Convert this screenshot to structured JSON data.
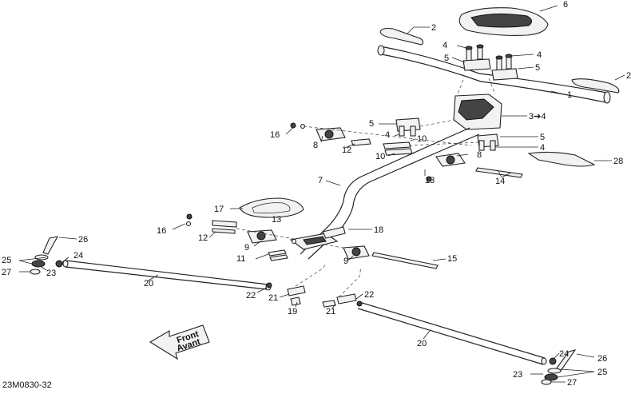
{
  "diagram": {
    "catalog_code": "23M0830-32",
    "front_sign": {
      "line1": "Front",
      "line2": "Avant"
    },
    "callouts": [
      {
        "id": "c6",
        "text": "6"
      },
      {
        "id": "c2a",
        "text": "2"
      },
      {
        "id": "c4a",
        "text": "4"
      },
      {
        "id": "c5a",
        "text": "5"
      },
      {
        "id": "c4b",
        "text": "4"
      },
      {
        "id": "c5b",
        "text": "5"
      },
      {
        "id": "c2b",
        "text": "2"
      },
      {
        "id": "c1",
        "text": "1"
      },
      {
        "id": "c34",
        "text": "3➔4"
      },
      {
        "id": "c5c",
        "text": "5"
      },
      {
        "id": "c4c",
        "text": "4"
      },
      {
        "id": "c16a",
        "text": "16"
      },
      {
        "id": "c10a",
        "text": "10"
      },
      {
        "id": "c5d",
        "text": "5"
      },
      {
        "id": "c8a",
        "text": "8"
      },
      {
        "id": "c12a",
        "text": "12"
      },
      {
        "id": "c10b",
        "text": "10"
      },
      {
        "id": "c4d",
        "text": "4"
      },
      {
        "id": "c8b",
        "text": "8"
      },
      {
        "id": "c28",
        "text": "28"
      },
      {
        "id": "c13a",
        "text": "13"
      },
      {
        "id": "c14",
        "text": "14"
      },
      {
        "id": "c7",
        "text": "7"
      },
      {
        "id": "c17",
        "text": "17"
      },
      {
        "id": "c13b",
        "text": "13"
      },
      {
        "id": "c18",
        "text": "18"
      },
      {
        "id": "c16b",
        "text": "16"
      },
      {
        "id": "c12b",
        "text": "12"
      },
      {
        "id": "c26a",
        "text": "26"
      },
      {
        "id": "c9a",
        "text": "9"
      },
      {
        "id": "c24a",
        "text": "24"
      },
      {
        "id": "c25a",
        "text": "25"
      },
      {
        "id": "c11",
        "text": "11"
      },
      {
        "id": "c9b",
        "text": "9"
      },
      {
        "id": "c15",
        "text": "15"
      },
      {
        "id": "c27a",
        "text": "27"
      },
      {
        "id": "c23a",
        "text": "23"
      },
      {
        "id": "c20a",
        "text": "20"
      },
      {
        "id": "c22a",
        "text": "22"
      },
      {
        "id": "c21a",
        "text": "21"
      },
      {
        "id": "c22b",
        "text": "22"
      },
      {
        "id": "c19",
        "text": "19"
      },
      {
        "id": "c21b",
        "text": "21"
      },
      {
        "id": "c20b",
        "text": "20"
      },
      {
        "id": "c24b",
        "text": "24"
      },
      {
        "id": "c26b",
        "text": "26"
      },
      {
        "id": "c23b",
        "text": "23"
      },
      {
        "id": "c25b",
        "text": "25"
      },
      {
        "id": "c27b",
        "text": "27"
      }
    ]
  }
}
